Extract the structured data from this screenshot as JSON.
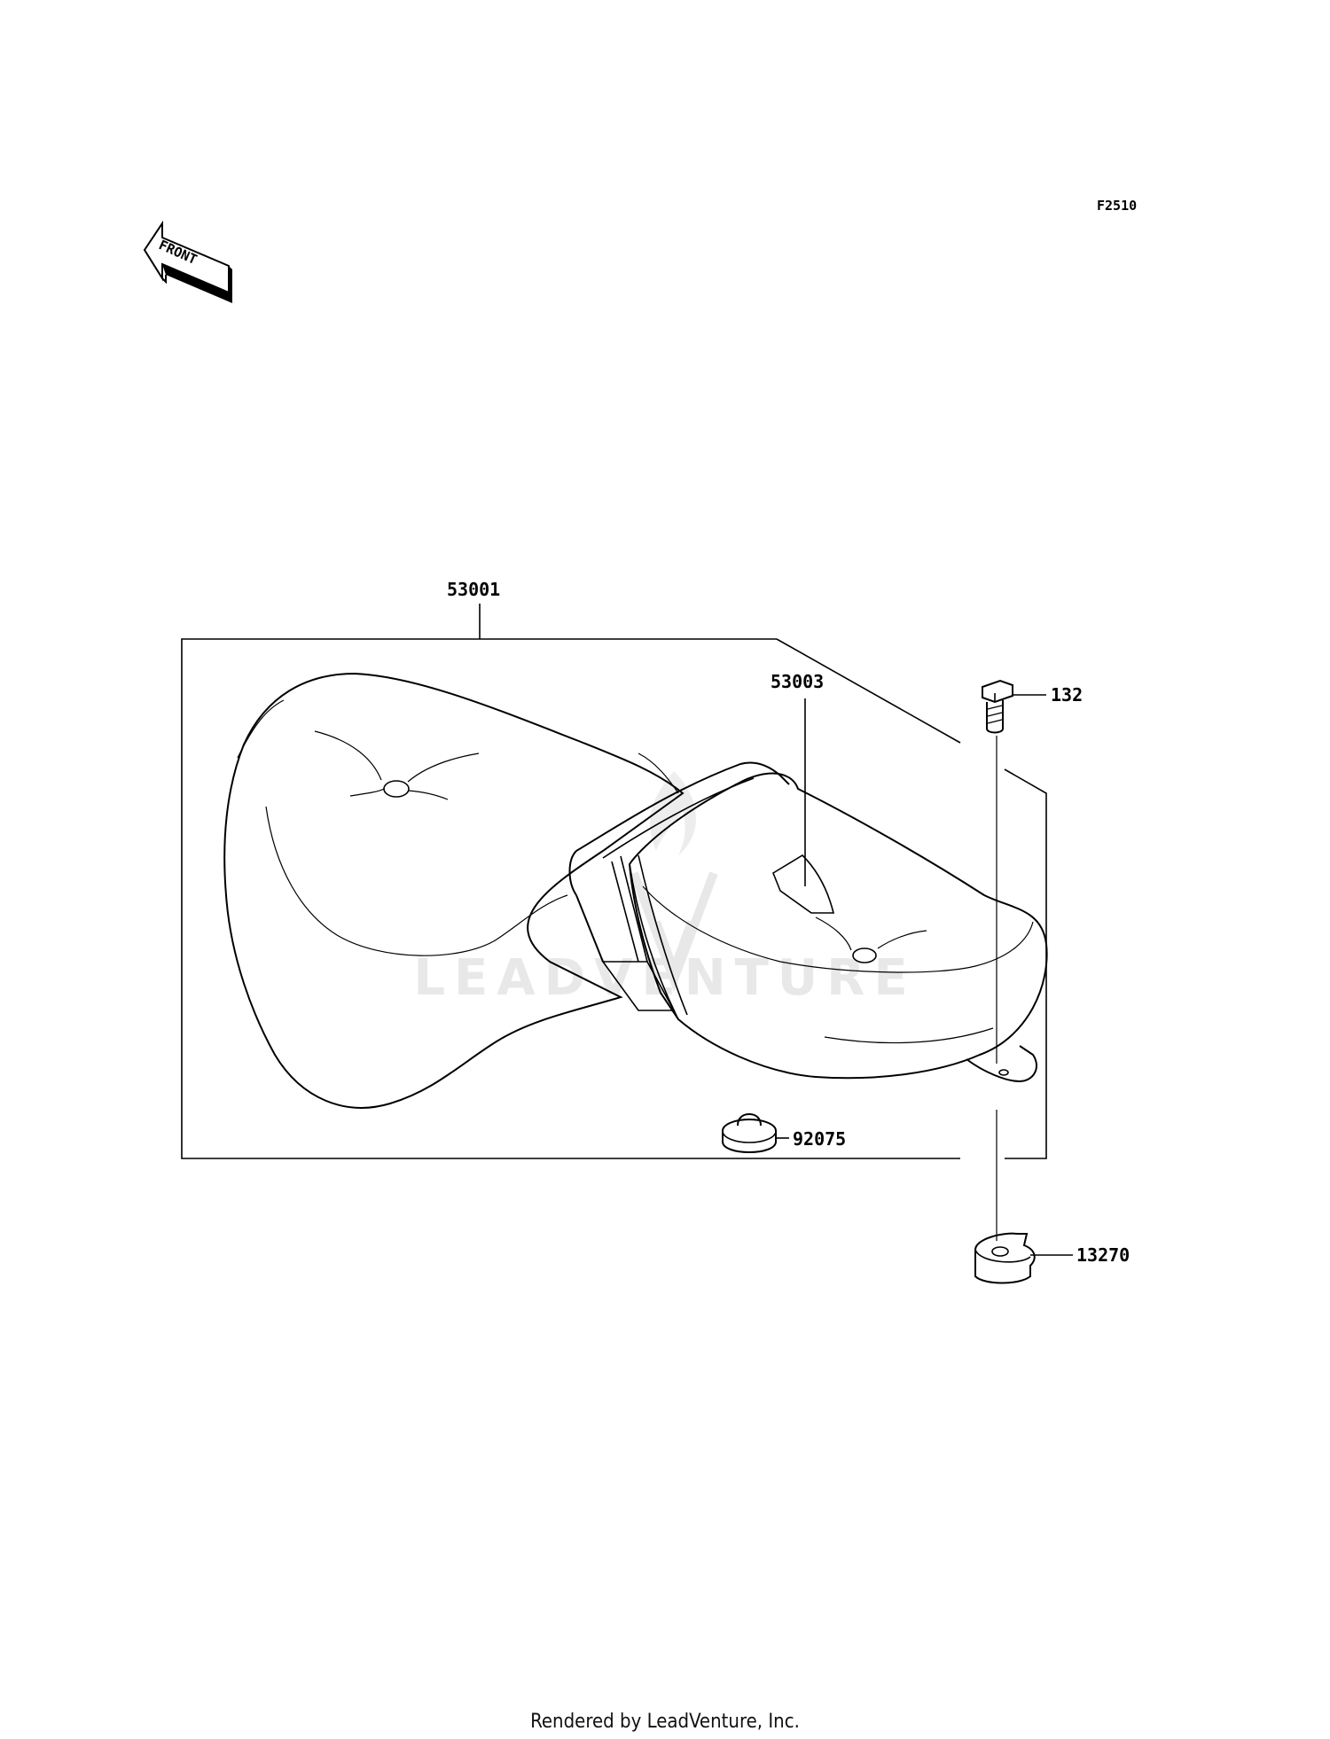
{
  "diagram": {
    "code": "F2510",
    "front_label": "FRONT",
    "watermark": "LEADVENTURE",
    "parts": [
      {
        "number": "53001"
      },
      {
        "number": "53003"
      },
      {
        "number": "132"
      },
      {
        "number": "92075"
      },
      {
        "number": "13270"
      }
    ]
  },
  "footer": {
    "text": "Rendered by LeadVenture, Inc."
  },
  "colors": {
    "line": "#000000",
    "watermark": "#e6e6e6",
    "background": "#ffffff"
  }
}
